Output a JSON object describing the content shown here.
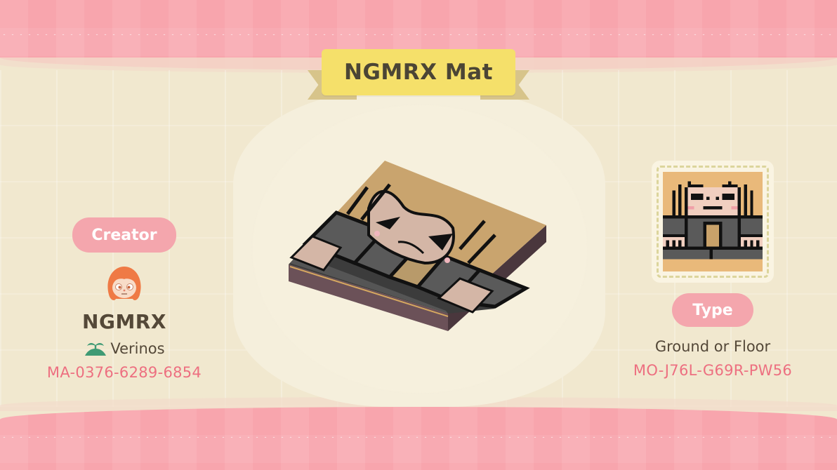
{
  "title": {
    "text": "NGMRX Mat"
  },
  "creator": {
    "label": "Creator",
    "name": "NGMRX",
    "island_icon": "palm-island-icon",
    "island": "Verinos",
    "code": "MA-0376-6289-6854"
  },
  "design": {
    "type_label": "Type",
    "type_value": "Ground or Floor",
    "code": "MO-J76L-G69R-PW56"
  },
  "colors": {
    "band_pink": "#f8a5ad",
    "cream": "#f1e8cf",
    "ribbon_yellow": "#f5e06a",
    "ribbon_tail": "#d7c48a",
    "pill_pink": "#f4a6ad",
    "code_pink": "#ed6f80",
    "text_brown": "#544838",
    "island_green": "#3f9a74",
    "mat_tan": "#c9a46e",
    "mat_grey": "#5a5a5a",
    "mat_skin": "#d4b6a6",
    "mat_side": "#6b5158"
  }
}
